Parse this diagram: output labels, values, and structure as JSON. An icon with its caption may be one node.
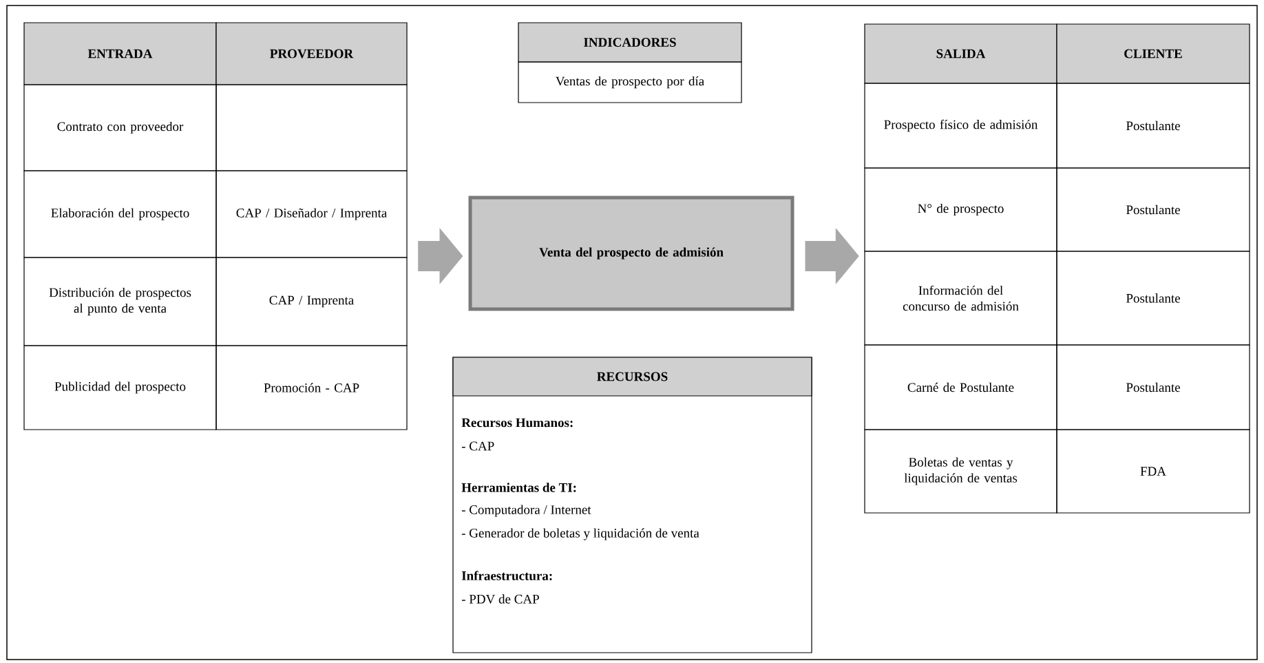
{
  "diagram": {
    "nodes": [
      {
        "text": [
          "ENTRADA",
          "PROVEEDOR",
          "Contrato con proveedor",
          "Elaboración del prospecto",
          "CAP / Diseñador / Imprenta",
          "Distribución de prospectos al punto de venta",
          "CAP / Imprenta",
          "Publicidad del prospecto",
          "Promoción - CAP"
        ]
      },
      {
        "text": [
          "INDICADORES",
          "Ventas de prospecto por día"
        ]
      },
      {
        "text": [
          "Venta del prospecto de admisión"
        ]
      },
      {
        "text": [
          "SALIDA",
          "CLIENTE",
          "Prospecto físico de admisión",
          "Postulante",
          "N° de prospecto",
          "Postulante",
          "Información del concurso de admisión",
          "Postulante",
          "Carné de Postulante",
          "Postulante",
          "Boletas de ventas y liquidación de ventas",
          "FDA"
        ]
      },
      {
        "text": [
          "RECURSOS",
          "Recursos Humanos:",
          "- CAP",
          "Herramientas de TI:",
          "- Computadora / Internet",
          "- Generador de boletas y liquidación de venta",
          "Infraestructura:",
          "- PDV de CAP"
        ]
      }
    ],
    "edges": [
      {
        "from": 0,
        "to": 2,
        "arrow": "to"
      },
      {
        "from": 2,
        "to": 3,
        "arrow": "to"
      }
    ]
  }
}
